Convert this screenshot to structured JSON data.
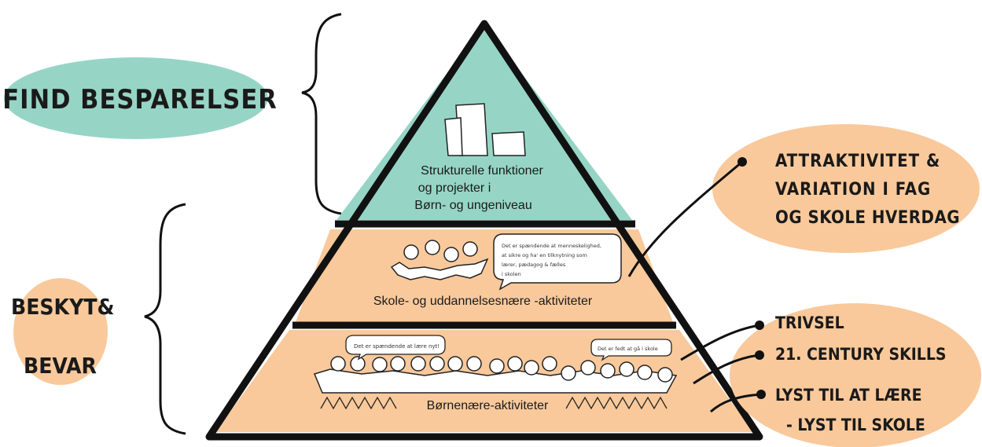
{
  "left_labels": {
    "find": "FIND BESPARELSER",
    "protect_line1": "BESKYT&",
    "protect_line2": "BEVAR"
  },
  "pyramid": {
    "top": {
      "line1": "Strukturelle funktioner",
      "line2": "og projekter i",
      "line3": "Børn- og ungeniveau"
    },
    "middle": {
      "label": "Skole- og uddannelsesnære -aktiviteter",
      "speech_lines": [
        "Det er spændende at menneskelighed,",
        "at sikre og ha' en tilknytning som",
        "lærer, pædagog & fælles",
        "i skolen"
      ]
    },
    "bottom": {
      "label": "Børnenære-aktiviteter",
      "speech_left": "Det er spændende at lære nyt!",
      "speech_right": "Det er fedt at gå i skole"
    }
  },
  "right_labels": {
    "attractive_line1": "ATTRAKTIVITET &",
    "attractive_line2": "VARIATION I FAG",
    "attractive_line3": "OG SKOLE HVERDAG",
    "trivsel": "TRIVSEL",
    "skills": "21. CENTURY SKILLS",
    "lyst_line1": "LYST TIL AT LÆRE",
    "lyst_line2": "- LYST TIL SKOLE"
  },
  "colors": {
    "teal": "#96d5c6",
    "peach": "#f9c99b",
    "outline": "#111111"
  }
}
